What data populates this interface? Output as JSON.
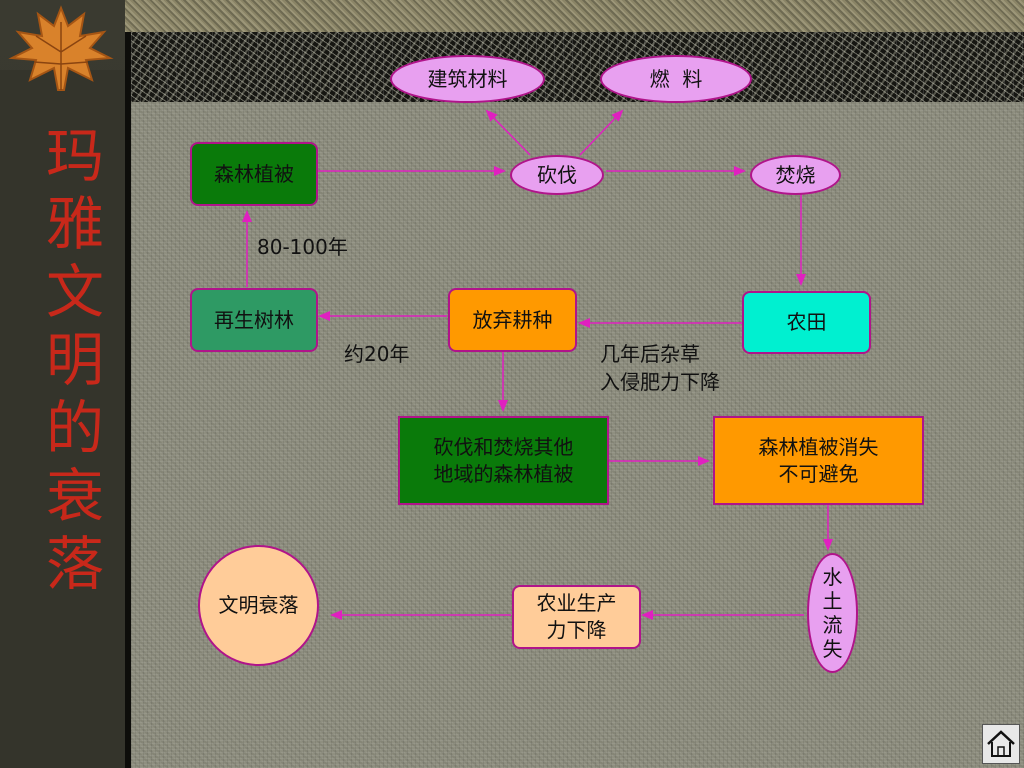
{
  "title_chars": [
    "玛",
    "雅",
    "文",
    "明",
    "的",
    "衰",
    "落"
  ],
  "nodes": {
    "building_materials": "建筑材料",
    "fuel": "燃  料",
    "forest_vegetation": "森林植被",
    "logging": "砍伐",
    "burning": "焚烧",
    "regrowth_forest": "再生树林",
    "abandon_farming": "放弃耕种",
    "farmland": "农田",
    "cut_burn_other_1": "砍伐和焚烧其他",
    "cut_burn_other_2": "地域的森林植被",
    "loss_1": "森林植被消失",
    "loss_2": "不可避免",
    "erosion": [
      "水",
      "土",
      "流",
      "失"
    ],
    "agri_1": "农业生产",
    "agri_2": "力下降",
    "decline": "文明衰落"
  },
  "labels": {
    "years_80_100": "80-100年",
    "about_20": "约20年",
    "weeds_1": "几年后杂草",
    "weeds_2": "入侵肥力下降"
  },
  "colors": {
    "dark_green": "#0a7a0a",
    "teal_green": "#2e9a64",
    "orange": "#ff9900",
    "cyan": "#00f0d0",
    "lavender": "#e8a0f0",
    "peach": "#ffcc99",
    "arrow": "#e020c0",
    "title_red": "#c8281a"
  },
  "home_icon": "home-icon"
}
